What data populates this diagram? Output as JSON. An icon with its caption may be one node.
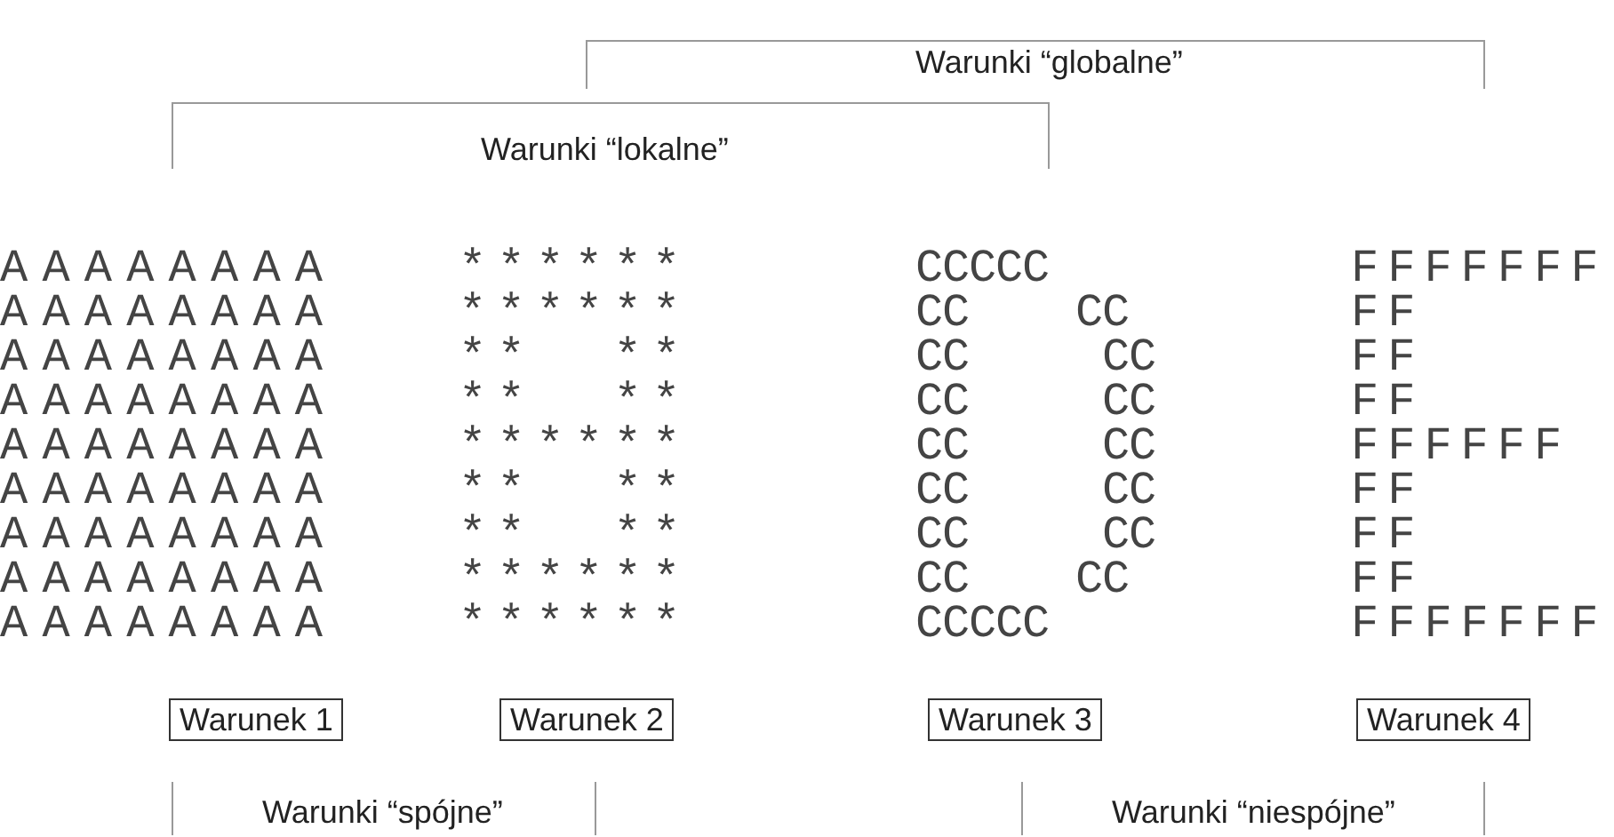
{
  "diagram": {
    "nodes": [
      {
        "text": [
          "Warunek 1"
        ]
      },
      {
        "text": [
          "Warunek 2"
        ]
      },
      {
        "text": [
          "Warunek 3"
        ]
      },
      {
        "text": [
          "Warunek 4"
        ]
      }
    ],
    "labels": [
      "Warunki “globalne”",
      "Warunki “lokalne”",
      "AAAAAAAA",
      "******",
      "CCCCC",
      "FFFFFFF",
      "AAAAAAAA",
      "******",
      "CC    CC",
      "FF",
      "AAAAAAAA",
      "**  **",
      "CC     CC",
      "FF",
      "AAAAAAAA",
      "**  **",
      "CC     CC",
      "FF",
      "AAAAAAAA",
      "******",
      "CC     CC",
      "FFFFFF",
      "AAAAAAAA",
      "**  **",
      "CC     CC",
      "FF",
      "AAAAAAAA",
      "**  **",
      "CC     CC",
      "FF",
      "AAAAAAAA",
      "******",
      "CC    CC",
      "FF",
      "AAAAAAAA",
      "******",
      "CCCCC",
      "FFFFFFF",
      "Warunki “spójne”",
      "Warunki “niespójne”"
    ]
  }
}
